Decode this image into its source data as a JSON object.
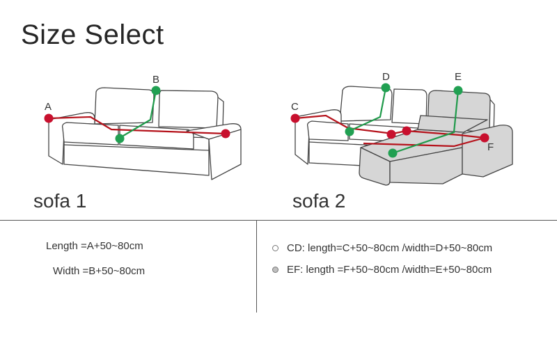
{
  "title": "Size Select",
  "sofas": [
    {
      "label": "sofa 1",
      "points": [
        "A",
        "B"
      ]
    },
    {
      "label": "sofa 2",
      "points": [
        "C",
        "D",
        "E",
        "F"
      ]
    }
  ],
  "formulas": {
    "sofa1_length": "Length =A+50~80cm",
    "sofa1_width": "Width =B+50~80cm",
    "sofa2_cd": "CD: length=C+50~80cm /width=D+50~80cm",
    "sofa2_ef": "EF: length =F+50~80cm /width=E+50~80cm"
  },
  "colors": {
    "length_line": "#b5121b",
    "width_line": "#1f9a4a",
    "length_marker": "#c8102e",
    "width_marker": "#21a052",
    "chaise_fill": "#d6d6d6",
    "outline": "#444444"
  }
}
